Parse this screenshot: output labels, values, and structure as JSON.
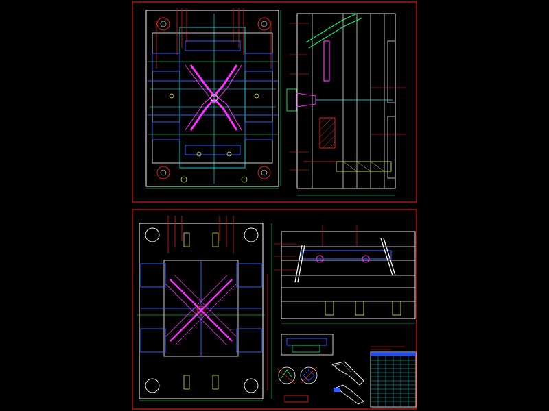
{
  "colors": {
    "background": "#000000",
    "sheet_border": "#ff2020",
    "plate": "#ffffff",
    "cooling": "#2a5cff",
    "runner": "#ff30ff",
    "section_line": "#ff2020",
    "dimension": "#00ff66",
    "centerline": "#00ffff",
    "hidden": "#ffff40",
    "balloon": "#ff2020"
  },
  "sheets": [
    {
      "name": "sheet-1",
      "views": [
        {
          "name": "top-plan-view",
          "caption": ""
        },
        {
          "name": "section-view-a-a",
          "caption": ""
        }
      ]
    },
    {
      "name": "sheet-2",
      "views": [
        {
          "name": "core-plan-view",
          "caption": ""
        },
        {
          "name": "section-view-b-b",
          "caption": ""
        },
        {
          "name": "detail-section-c-c",
          "caption": ""
        },
        {
          "name": "detail-circle-d",
          "caption": ""
        },
        {
          "name": "detail-circle-e",
          "caption": ""
        },
        {
          "name": "part-3d-view-1",
          "caption": ""
        },
        {
          "name": "part-3d-view-2",
          "caption": ""
        }
      ],
      "title_block": {
        "rows": 12,
        "cols": 6
      },
      "technical_note_box": ""
    }
  ]
}
